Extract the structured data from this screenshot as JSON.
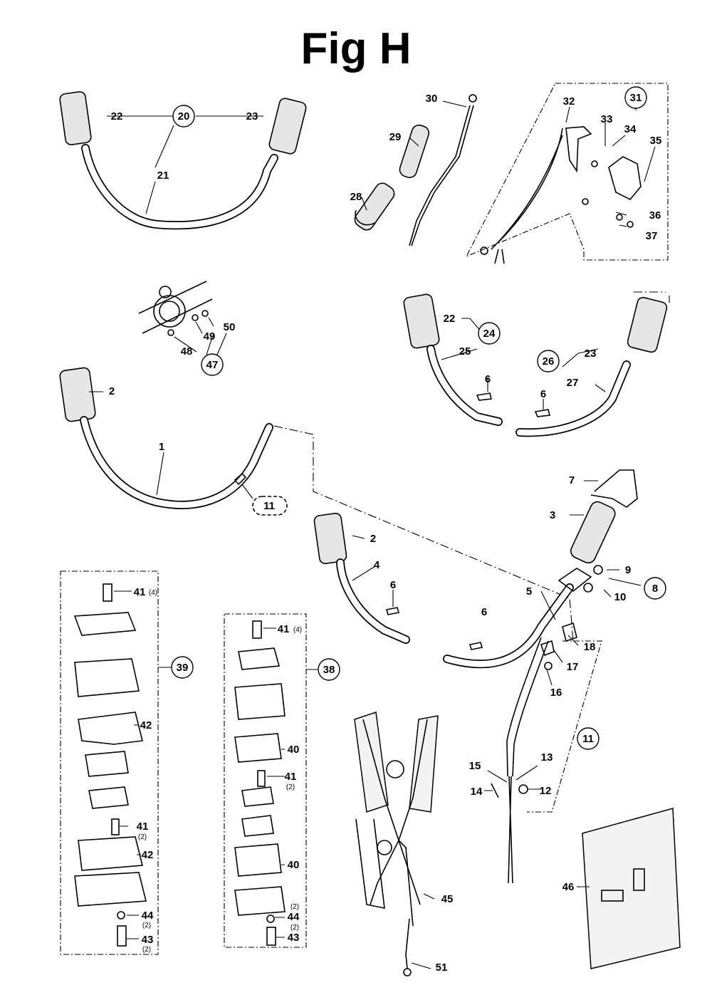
{
  "title": "Fig H",
  "labels": {
    "p1": "1",
    "p2a": "2",
    "p2b": "2",
    "p3": "3",
    "p4": "4",
    "p5": "5",
    "p6a": "6",
    "p6b": "6",
    "p6c": "6",
    "p6d": "6",
    "p7": "7",
    "p8": "8",
    "p9": "9",
    "p10": "10",
    "p11a": "11",
    "p11b": "11",
    "p12": "12",
    "p13": "13",
    "p14": "14",
    "p15": "15",
    "p16": "16",
    "p17": "17",
    "p18": "18",
    "p20": "20",
    "p21": "21",
    "p22a": "22",
    "p22b": "22",
    "p23a": "23",
    "p23b": "23",
    "p24": "24",
    "p25": "25",
    "p26": "26",
    "p27": "27",
    "p28": "28",
    "p29": "29",
    "p30": "30",
    "p31": "31",
    "p32": "32",
    "p33": "33",
    "p34": "34",
    "p35": "35",
    "p36": "36",
    "p37": "37",
    "p38": "38",
    "p39": "39",
    "p40a": "40",
    "p40b": "40",
    "p41a": "41",
    "p41b": "41",
    "p41c": "41",
    "p41d": "41",
    "p42a": "42",
    "p42b": "42",
    "p43a": "43",
    "p43b": "43",
    "p44a": "44",
    "p44b": "44",
    "p45": "45",
    "p46": "46",
    "p47": "47",
    "p48": "48",
    "p49": "49",
    "p50": "50",
    "p51": "51"
  },
  "quantities": {
    "q41a": "(4)",
    "q41b": "(2)",
    "q41c": "(4)",
    "q41d": "(2)",
    "q44a": "(2)",
    "q43a": "(2)",
    "q44b": "(2)",
    "q43b": "(2)"
  }
}
